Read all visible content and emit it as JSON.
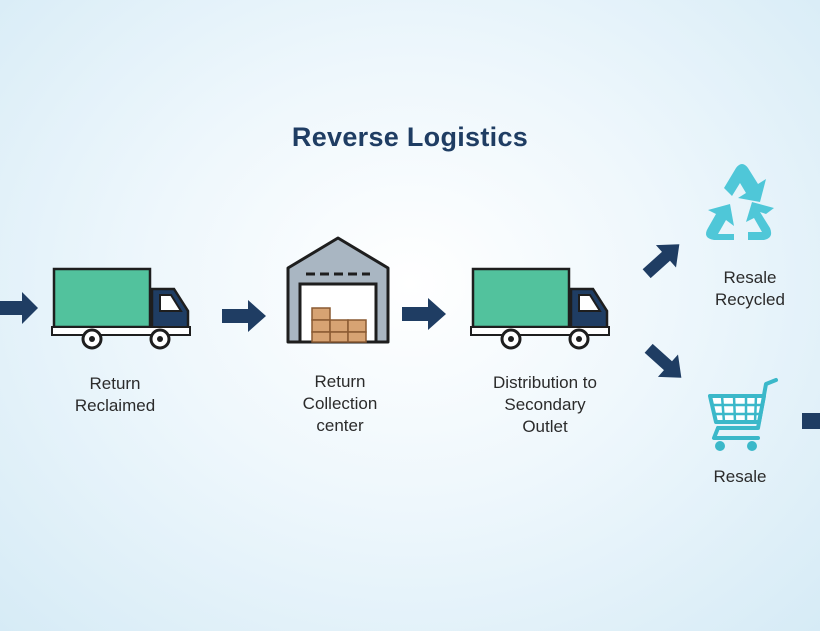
{
  "title": "Reverse Logistics",
  "steps": {
    "return_reclaimed": "Return\nReclaimed",
    "collection_center": "Return\nCollection\ncenter",
    "distribution": "Distribution to\nSecondary\nOutlet",
    "resale_recycled": "Resale\nRecycled",
    "resale": "Resale"
  },
  "colors": {
    "arrow": "#1f3d63",
    "truck_cargo": "#52c29d",
    "truck_cab": "#1f3d63",
    "outline": "#1e1e1e",
    "recycle": "#4fc7d8",
    "cart": "#3bb8c9",
    "warehouse_roof": "#a9b6c2",
    "boxes": "#d7a373",
    "title": "#1f3d63"
  },
  "icons": [
    "truck-icon",
    "warehouse-icon",
    "recycle-icon",
    "shopping-cart-icon",
    "arrow-icon"
  ]
}
